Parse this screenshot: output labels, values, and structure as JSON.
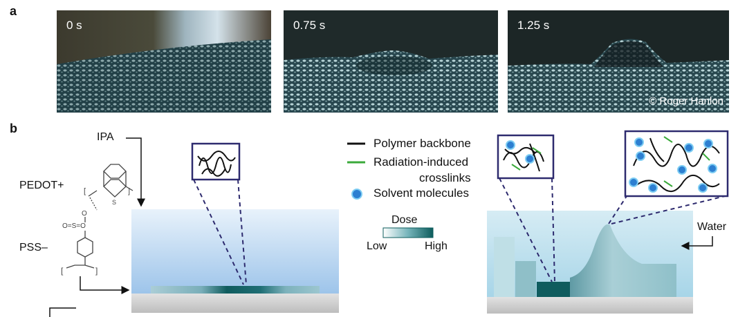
{
  "panel_a": {
    "label": "a",
    "photos": [
      {
        "time": "0 s"
      },
      {
        "time": "0.75 s"
      },
      {
        "time": "1.25 s"
      }
    ],
    "credit": "© Roger Hanlon"
  },
  "panel_b": {
    "label": "b",
    "ipa": "IPA",
    "pedot": "PEDOT+",
    "pss": "PSS–",
    "water": "Water",
    "legend": {
      "backbone": "Polymer backbone",
      "crosslinks_line1": "Radiation-induced",
      "crosslinks_line2": "crosslinks",
      "solvent": "Solvent molecules"
    },
    "dose": {
      "title": "Dose",
      "low": "Low",
      "high": "High"
    }
  }
}
